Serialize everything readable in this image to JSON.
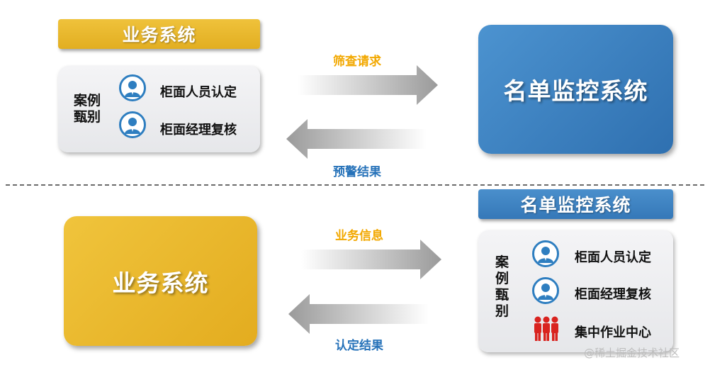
{
  "top": {
    "business_header": "业务系统",
    "case_label": [
      "案例",
      "甄别"
    ],
    "items": [
      {
        "icon": "person-icon",
        "label": "柜面人员认定"
      },
      {
        "icon": "person-icon",
        "label": "柜面经理复核"
      }
    ],
    "request_label": "筛查请求",
    "result_label": "预警结果",
    "monitor_box": "名单监控系统"
  },
  "bottom": {
    "business_box": "业务系统",
    "info_label": "业务信息",
    "result_label": "认定结果",
    "monitor_header": "名单监控系统",
    "case_label": [
      "案",
      "例",
      "甄",
      "别"
    ],
    "items": [
      {
        "icon": "person-icon",
        "label": "柜面人员认定"
      },
      {
        "icon": "person-icon",
        "label": "柜面经理复核"
      },
      {
        "icon": "group-icon",
        "label": "集中作业中心"
      }
    ]
  },
  "watermark": "@稀土掘金技术社区",
  "colors": {
    "yellow": "#e8b62c",
    "blue": "#3a7fc0",
    "orange_label": "#f2a800",
    "blue_label": "#2672b9",
    "group_icon": "#d9231f"
  }
}
